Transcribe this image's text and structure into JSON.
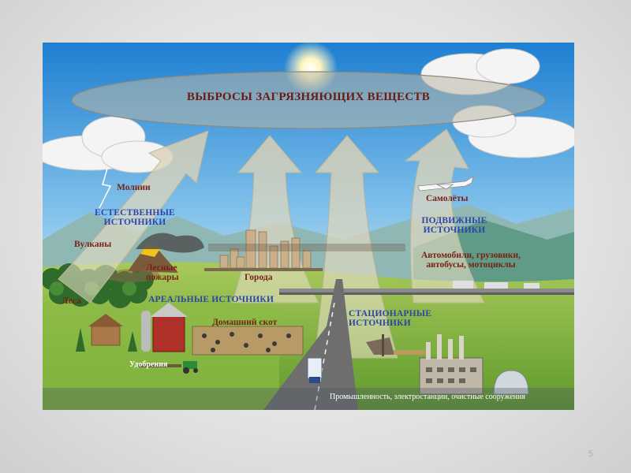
{
  "diagram": {
    "title": "ВЫБРОСЫ ЗАГРЯЗНЯЮЩИХ ВЕЩЕСТВ",
    "natural_sources": {
      "heading_line1": "ЕСТЕСТВЕННЫЕ",
      "heading_line2": "ИСТОЧНИКИ",
      "lightning": "Молнии",
      "volcanoes": "Вулканы",
      "forest_fires_line1": "Лесные",
      "forest_fires_line2": "пожары",
      "forests": "Леса"
    },
    "areal_sources": {
      "heading": "АРЕАЛЬНЫЕ ИСТОЧНИКИ",
      "cities": "Города",
      "livestock": "Домашний скот",
      "fertilizers": "Удобрения"
    },
    "mobile_sources": {
      "aircraft": "Самолёты",
      "heading_line1": "ПОДВИЖНЫЕ",
      "heading_line2": "ИСТОЧНИКИ",
      "vehicles_line1": "Автомобили, грузовики,",
      "vehicles_line2": "автобусы, мотоциклы"
    },
    "stationary_sources": {
      "heading_line1": "СТАЦИОНАРНЫЕ",
      "heading_line2": "ИСТОЧНИКИ",
      "industry": "Промышленность, электростанции, очистные сооружения"
    }
  },
  "slide": {
    "number": "5"
  },
  "colors": {
    "sky_top": "#1e7fd1",
    "label_red": "#7a1f14",
    "label_blue": "#2b46a8",
    "grass": "#7fb03a"
  }
}
